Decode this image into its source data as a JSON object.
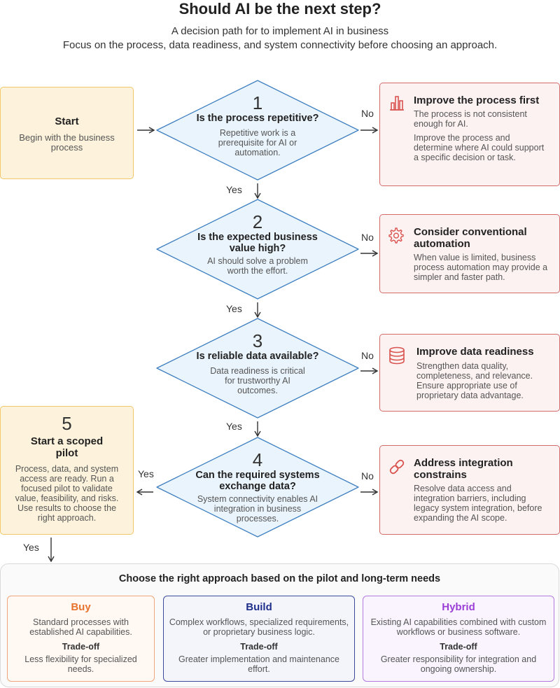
{
  "header": {
    "title": "Should AI be the next step?",
    "subtitle_line1": "A decision path for to implement AI in business",
    "subtitle_line2": "Focus on the process, data readiness, and system connectivity before choosing an approach."
  },
  "start": {
    "title": "Start",
    "text": "Begin with the business process"
  },
  "decisions": [
    {
      "number": "1",
      "question": "Is the process repetitive?",
      "detail": "Repetitive work is a prerequisite for AI or automation."
    },
    {
      "number": "2",
      "question": "Is the expected business value high?",
      "detail": "AI should solve a problem worth the effort."
    },
    {
      "number": "3",
      "question": "Is reliable data available?",
      "detail": "Data readiness is critical for trustworthy AI outcomes."
    },
    {
      "number": "4",
      "question": "Can the required systems exchange data?",
      "detail": "System connectivity enables AI integration in business processes."
    }
  ],
  "outcomes": [
    {
      "icon": "bar-chart-icon",
      "title": "Improve the process first",
      "text1": "The process is not consistent enough for AI.",
      "text2": "Improve the process and determine where AI could support a specific decision or task."
    },
    {
      "icon": "gear-icon",
      "title": "Consider conventional automation",
      "text1": "When value is limited, business process automation may provide a simpler and faster path."
    },
    {
      "icon": "database-icon",
      "title": "Improve data readiness",
      "text1": "Strengthen data quality, completeness, and relevance. Ensure appropriate use of proprietary data advantage."
    },
    {
      "icon": "link-icon",
      "title": "Address integration constrains",
      "text1": "Resolve data access and integration barriers, including legacy system integration, before expanding the AI scope."
    }
  ],
  "pilot": {
    "number": "5",
    "title": "Start a scoped pilot",
    "text": "Process, data, and system access are ready. Run a focused pilot to validate value, feasibility, and risks. Use results to choose the right approach."
  },
  "labels": {
    "yes": "Yes",
    "no": "No"
  },
  "approach": {
    "title": "Choose the right approach based on the pilot and long-term needs",
    "trade_off_label": "Trade-off",
    "options": [
      {
        "name": "Buy",
        "color": "#e8732e",
        "text": "Standard processes with established AI capabilities.",
        "trade_off": "Less flexibility for specialized needs."
      },
      {
        "name": "Build",
        "color": "#1f2f8a",
        "text": "Complex workflows, specialized requirements, or proprietary business logic.",
        "trade_off": "Greater implementation and maintenance effort."
      },
      {
        "name": "Hybrid",
        "color": "#9b3fd6",
        "text": "Existing AI capabilities combined with custom workflows or business software.",
        "trade_off": "Greater responsibility for integration and ongoing ownership."
      }
    ]
  },
  "colors": {
    "decision_fill": "#eaf4fc",
    "decision_stroke": "#3e7fc1",
    "outcome_accent": "#d9534f",
    "start_fill": "#fdf3dc"
  }
}
